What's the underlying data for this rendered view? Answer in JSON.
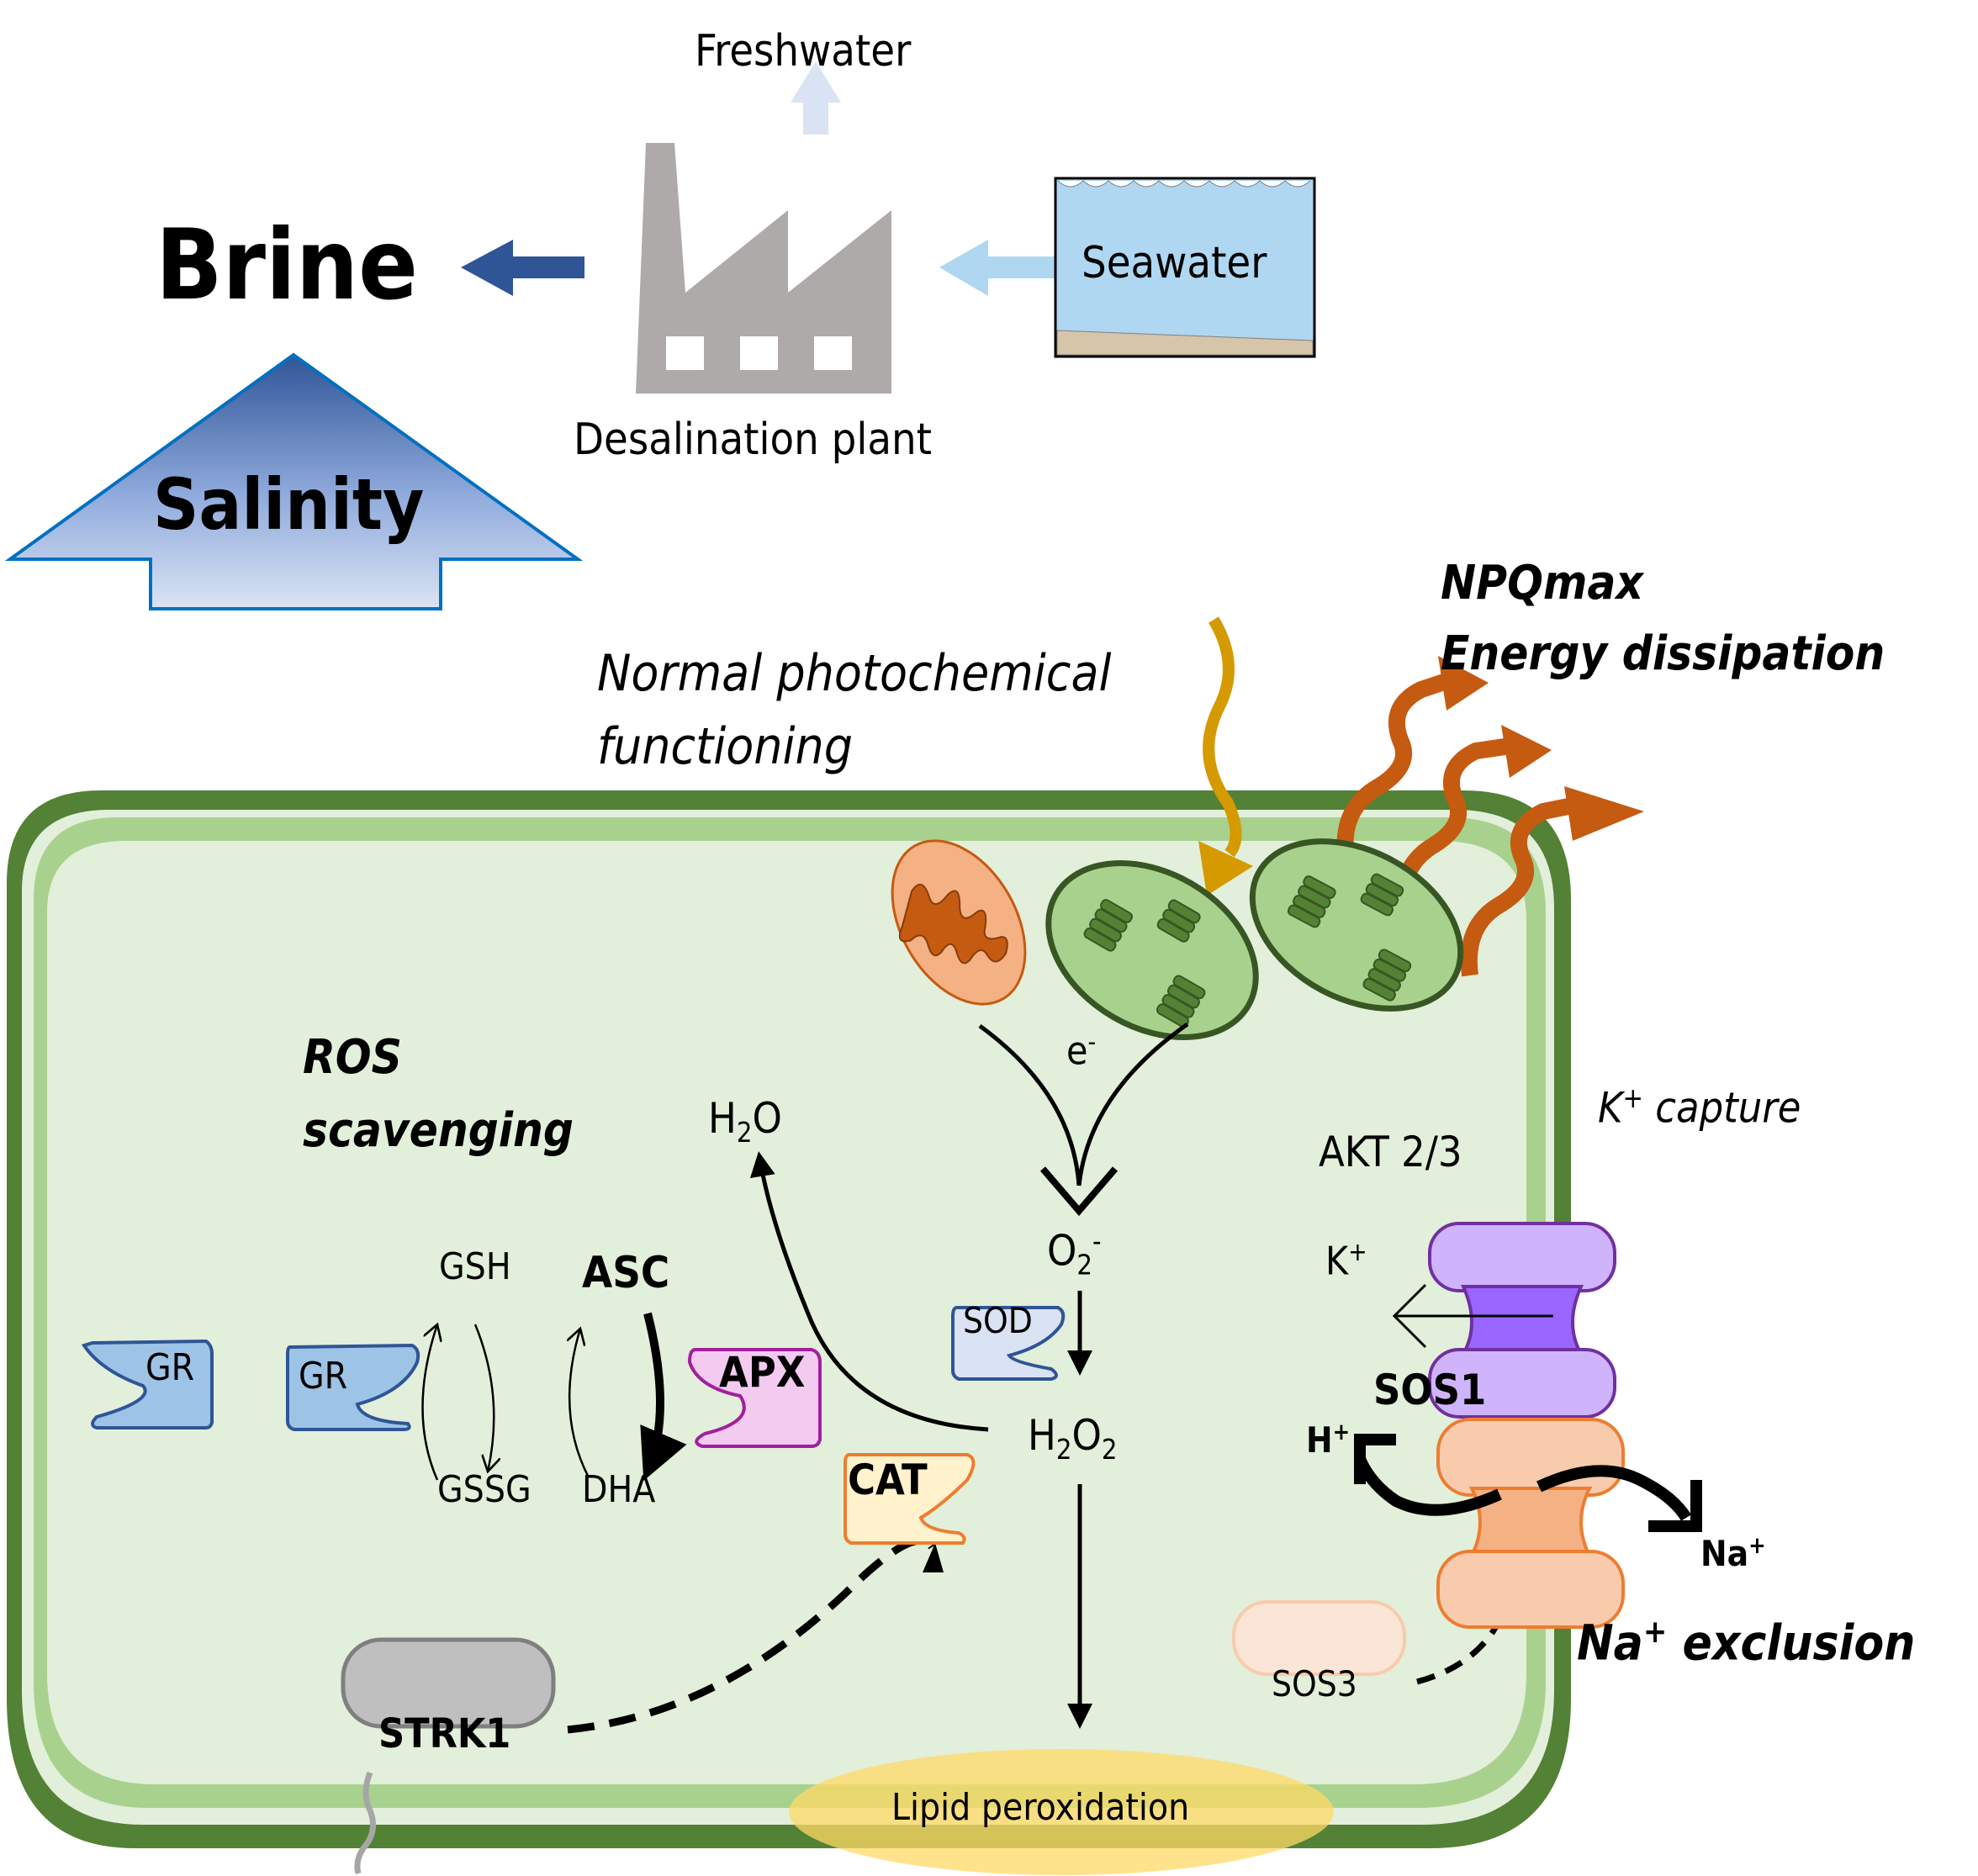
{
  "top": {
    "freshwater": "Freshwater",
    "brine": "Brine",
    "seawater": "Seawater",
    "plant": "Desalination plant",
    "salinity": "Salinity"
  },
  "light": {
    "normal_line1": "Normal photochemical",
    "normal_line2": "functioning",
    "npq_line1": "NPQmax",
    "npq_line2": "Energy dissipation"
  },
  "ros": {
    "title_line1": "ROS",
    "title_line2": "scavenging",
    "h2o": {
      "base": "H",
      "sub": "2",
      "rest": "O"
    },
    "e": {
      "base": "e",
      "sup": "-"
    },
    "o2": {
      "base": "O",
      "sub": "2",
      "sup": "-"
    },
    "h2o2": {
      "base1": "H",
      "sub1": "2",
      "base2": "O",
      "sub2": "2"
    },
    "gsh": "GSH",
    "gssg": "GSSG",
    "asc": "ASC",
    "dha": "DHA",
    "enzymes": {
      "gr1": "GR",
      "gr2": "GR",
      "apx": "APX",
      "sod": "SOD",
      "cat": "CAT"
    }
  },
  "transport": {
    "k_capture": {
      "base": "K",
      "sup": "+",
      "rest": " capture"
    },
    "akt": "AKT 2/3",
    "k_ion": {
      "base": "K",
      "sup": "+"
    },
    "sos1": "SOS1",
    "h_ion": {
      "base": "H",
      "sup": "+"
    },
    "na_ion": {
      "base": "Na",
      "sup": "+"
    },
    "na_exclusion": {
      "base": "Na",
      "sup": "+",
      "rest": " exclusion"
    },
    "sos3": "SOS3",
    "strk1": "STRK1",
    "lipid": "Lipid peroxidation"
  },
  "colors": {
    "cell_wall": "#538135",
    "membrane": "#a9d18e",
    "cytoplasm": "#e2efda",
    "factory": "#aeaaaa",
    "brine_arrow": "#2f5597",
    "seawater": "#afd7f1",
    "sand": "#d6c5a8",
    "light_arrow": "#d49a00",
    "heat_arrow": "#c55a11",
    "gr_fill": "#9dc3e6",
    "gr_stroke": "#2f5597",
    "apx_fill": "#f4cbf0",
    "apx_stroke": "#a21f9d",
    "sod_fill": "#dae3f3",
    "cat_fill": "#fff2cc",
    "cat_stroke": "#ed7d31",
    "akt_fill": "#cfb4fc",
    "akt_core": "#9966ff",
    "akt_stroke": "#7030a0",
    "sos1_fill": "#f8cbad",
    "sos3_fill": "#fbe5d6",
    "strk1_fill": "#bfbfbf",
    "lipid": "#ffd966"
  }
}
